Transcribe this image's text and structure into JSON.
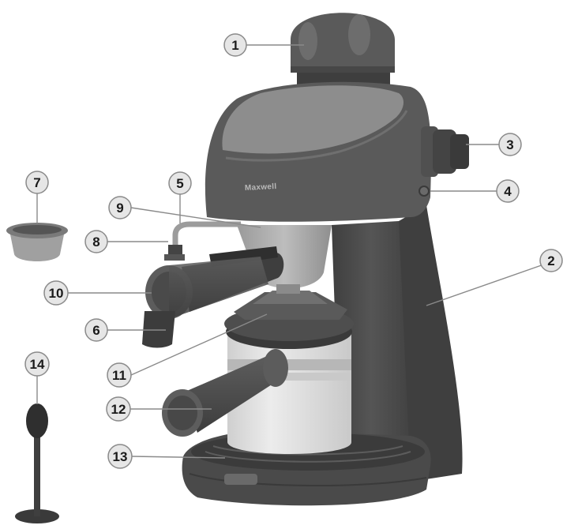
{
  "brand": "Maxwell",
  "colors": {
    "body_dark": "#4b4b4b",
    "body_mid": "#5c5c5c",
    "body_light": "#7a7a7a",
    "top_panel": "#8c8c8c",
    "metal": "#a9a9a9",
    "glass": "#d9d9d9",
    "glass_band": "#b5b5b5",
    "callout_fill": "#e6e6e6",
    "callout_stroke": "#8a8a8a",
    "leader": "#8a8a8a"
  },
  "callouts": [
    {
      "label": "1",
      "part": "water-tank-cap"
    },
    {
      "label": "2",
      "part": "housing"
    },
    {
      "label": "3",
      "part": "control-knob"
    },
    {
      "label": "4",
      "part": "indicator-light"
    },
    {
      "label": "5",
      "part": "steam-tube"
    },
    {
      "label": "6",
      "part": "filter-holder-handle"
    },
    {
      "label": "7",
      "part": "filter"
    },
    {
      "label": "8",
      "part": "steam-nozzle"
    },
    {
      "label": "9",
      "part": "brew-head"
    },
    {
      "label": "10",
      "part": "filter-holder"
    },
    {
      "label": "11",
      "part": "jug-lid"
    },
    {
      "label": "12",
      "part": "jug-handle"
    },
    {
      "label": "13",
      "part": "drip-tray"
    },
    {
      "label": "14",
      "part": "measuring-spoon-tamper"
    }
  ]
}
